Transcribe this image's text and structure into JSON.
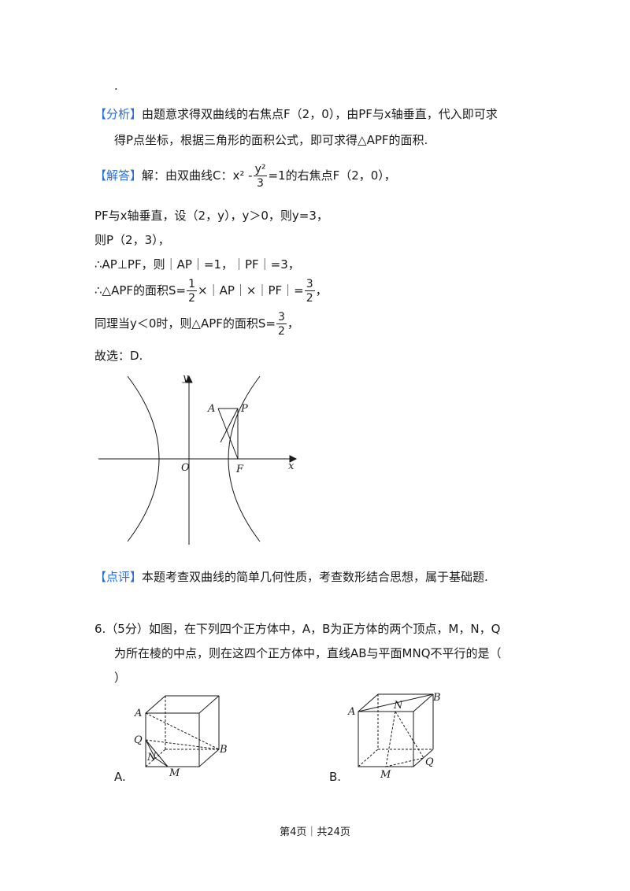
{
  "dot": ".",
  "analysis": {
    "tag": "【分析】",
    "line1": "由题意求得双曲线的右焦点F（2，0），由PF与x轴垂直，代入即可求",
    "line2": "得P点坐标，根据三角形的面积公式，即可求得△APF的面积."
  },
  "solution": {
    "tag": "【解答】",
    "line1_prefix": "解：由双曲线C：x² -",
    "line1_num": "y²",
    "line1_den": "3",
    "line1_suffix": "=1的右焦点F（2，0），",
    "line2": "PF与x轴垂直，设（2，y），y＞0，则y=3，",
    "line3": "则P（2，3），",
    "line4": "∴AP⊥PF，则｜AP｜=1，｜PF｜=3，",
    "line5_prefix": "∴△APF的面积S=",
    "line5_f1_num": "1",
    "line5_f1_den": "2",
    "line5_mid": "×｜AP｜×｜PF｜=",
    "line5_f2_num": "3",
    "line5_f2_den": "2",
    "line5_suffix": "，",
    "line6_prefix": "同理当y＜0时，则△APF的面积S=",
    "line6_f_num": "3",
    "line6_f_den": "2",
    "line6_suffix": "，",
    "line7": "故选：D."
  },
  "figure1": {
    "label_y": "y",
    "label_x": "x",
    "label_o": "O",
    "label_a": "A",
    "label_p": "P",
    "label_f": "F"
  },
  "comment": {
    "tag": "【点评】",
    "text": "本题考查双曲线的简单几何性质，考查数形结合思想，属于基础题."
  },
  "question": {
    "line1": "6.（5分）如图，在下列四个正方体中，A，B为正方体的两个顶点，M，N，Q",
    "line2": "为所在棱的中点，则在这四个正方体中，直线AB与平面MNQ不平行的是（",
    "line3": "）"
  },
  "cubeA": {
    "option": "A.",
    "label_a": "A",
    "label_b": "B",
    "label_q": "Q",
    "label_n": "N",
    "label_m": "M"
  },
  "cubeB": {
    "option": "B.",
    "label_a": "A",
    "label_b": "B",
    "label_n": "N",
    "label_q": "Q",
    "label_m": "M"
  },
  "footer": "第4页｜共24页"
}
